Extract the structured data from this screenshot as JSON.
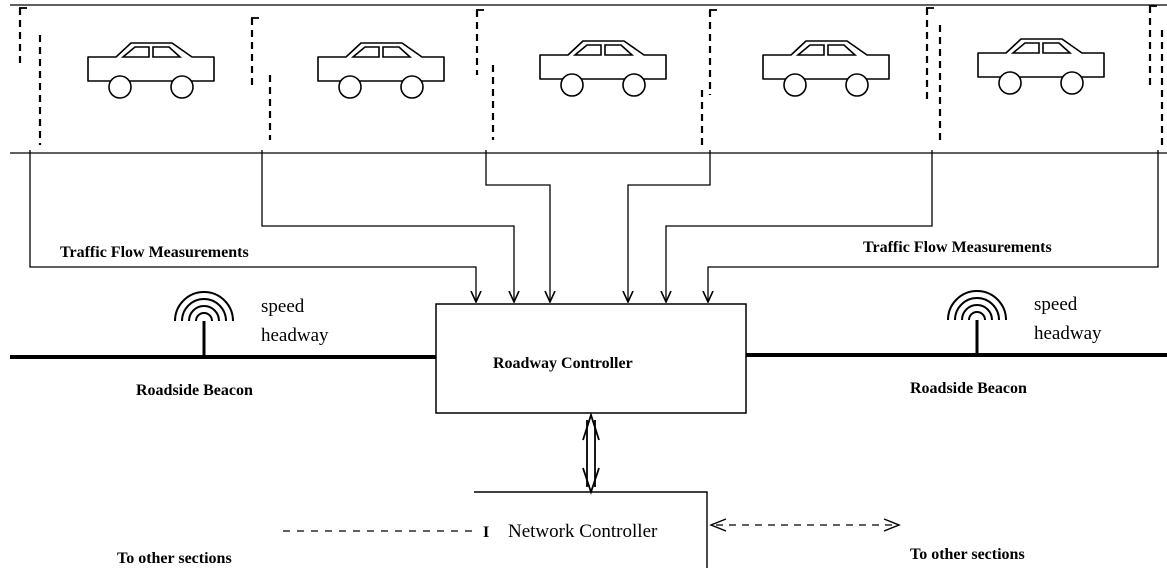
{
  "diagram": {
    "labels": {
      "traffic_flow_left": "Traffic Flow Measurements",
      "traffic_flow_right": "Traffic Flow Measurements",
      "beacon_left_speed": "speed",
      "beacon_left_headway": "headway",
      "beacon_right_speed": "speed",
      "beacon_right_headway": "headway",
      "roadside_beacon_left": "Roadside Beacon",
      "roadside_beacon_right": "Roadside Beacon",
      "roadway_controller": "Roadway Controller",
      "network_controller_marker": "I",
      "network_controller": "Network Controller",
      "to_other_sections_left": "To other sections",
      "to_other_sections_right": "To other sections"
    },
    "vehicle_count": 5,
    "loop_detector_count": 6,
    "colors": {
      "line": "#000000",
      "background": "#ffffff"
    }
  }
}
